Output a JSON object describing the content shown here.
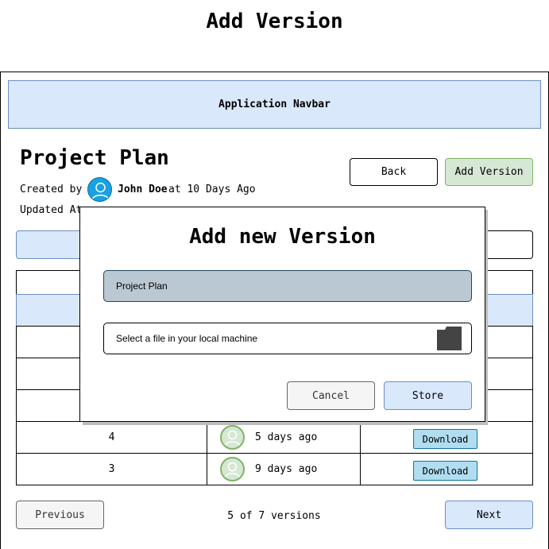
{
  "page": {
    "title": "Add Version"
  },
  "navbar": {
    "label": "Application Navbar"
  },
  "project": {
    "title": "Project Plan",
    "created_label": "Created by",
    "author": "John Doe",
    "created_when": "at 10 Days Ago",
    "updated_label": "Updated At",
    "back_label": "Back",
    "add_version_label": "Add Version"
  },
  "versions_table": {
    "rows": [
      {
        "version": "4",
        "when": "5 days ago",
        "action": "Download"
      },
      {
        "version": "3",
        "when": "9 days ago",
        "action": "Download"
      }
    ]
  },
  "pagination": {
    "previous_label": "Previous",
    "status": "5 of 7 versions",
    "next_label": "Next"
  },
  "modal": {
    "title": "Add new Version",
    "name_value": "Project Plan",
    "file_placeholder": "Select a file in your local machine",
    "file_icon": "folder-icon",
    "cancel_label": "Cancel",
    "store_label": "Store"
  },
  "colors": {
    "accent_blue": "#dae8fc",
    "accent_green": "#d5e8d4",
    "download_blue": "#b1ddf0",
    "avatar_main": "#1ba1e2"
  }
}
